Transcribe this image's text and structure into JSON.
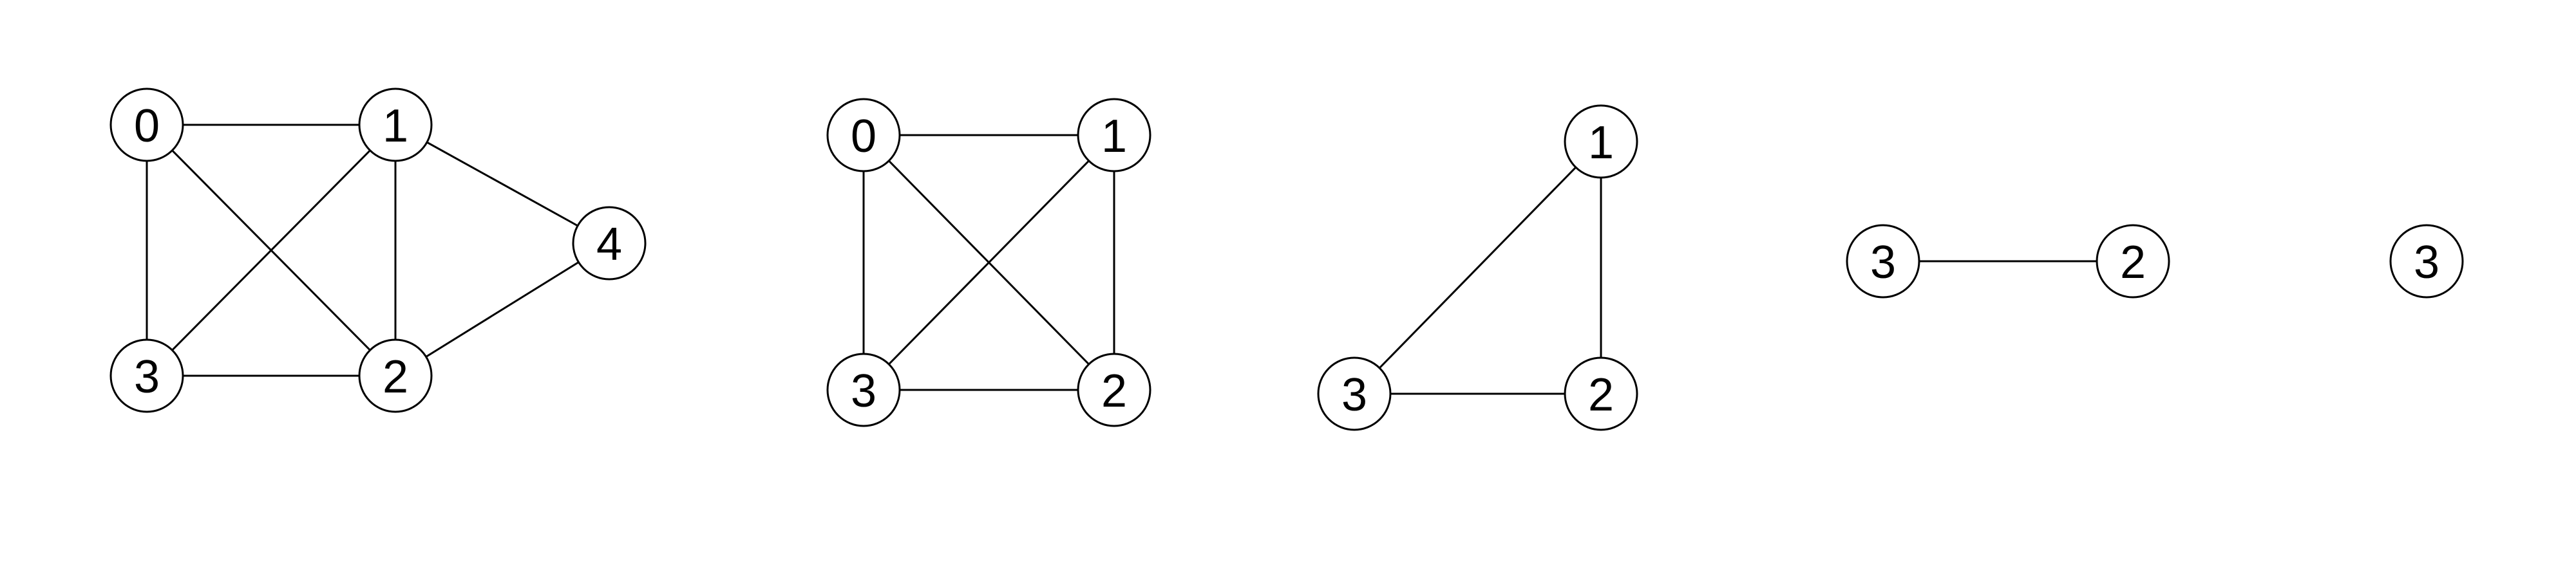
{
  "graphs": [
    {
      "nodes": [
        {
          "id": "n0",
          "label": "0"
        },
        {
          "id": "n1",
          "label": "1"
        },
        {
          "id": "n2",
          "label": "2"
        },
        {
          "id": "n3",
          "label": "3"
        },
        {
          "id": "n4",
          "label": "4"
        }
      ],
      "edges": [
        [
          "n0",
          "n1"
        ],
        [
          "n0",
          "n3"
        ],
        [
          "n0",
          "n2"
        ],
        [
          "n1",
          "n3"
        ],
        [
          "n1",
          "n2"
        ],
        [
          "n1",
          "n4"
        ],
        [
          "n3",
          "n2"
        ],
        [
          "n2",
          "n4"
        ]
      ]
    },
    {
      "nodes": [
        {
          "id": "n0",
          "label": "0"
        },
        {
          "id": "n1",
          "label": "1"
        },
        {
          "id": "n2",
          "label": "2"
        },
        {
          "id": "n3",
          "label": "3"
        }
      ],
      "edges": [
        [
          "n0",
          "n1"
        ],
        [
          "n0",
          "n3"
        ],
        [
          "n0",
          "n2"
        ],
        [
          "n1",
          "n3"
        ],
        [
          "n1",
          "n2"
        ],
        [
          "n3",
          "n2"
        ]
      ]
    },
    {
      "nodes": [
        {
          "id": "n1",
          "label": "1"
        },
        {
          "id": "n2",
          "label": "2"
        },
        {
          "id": "n3",
          "label": "3"
        }
      ],
      "edges": [
        [
          "n1",
          "n3"
        ],
        [
          "n1",
          "n2"
        ],
        [
          "n3",
          "n2"
        ]
      ]
    },
    {
      "nodes": [
        {
          "id": "n3",
          "label": "3"
        },
        {
          "id": "n2",
          "label": "2"
        }
      ],
      "edges": [
        [
          "n3",
          "n2"
        ]
      ]
    },
    {
      "nodes": [
        {
          "id": "n3",
          "label": "3"
        }
      ],
      "edges": []
    }
  ]
}
